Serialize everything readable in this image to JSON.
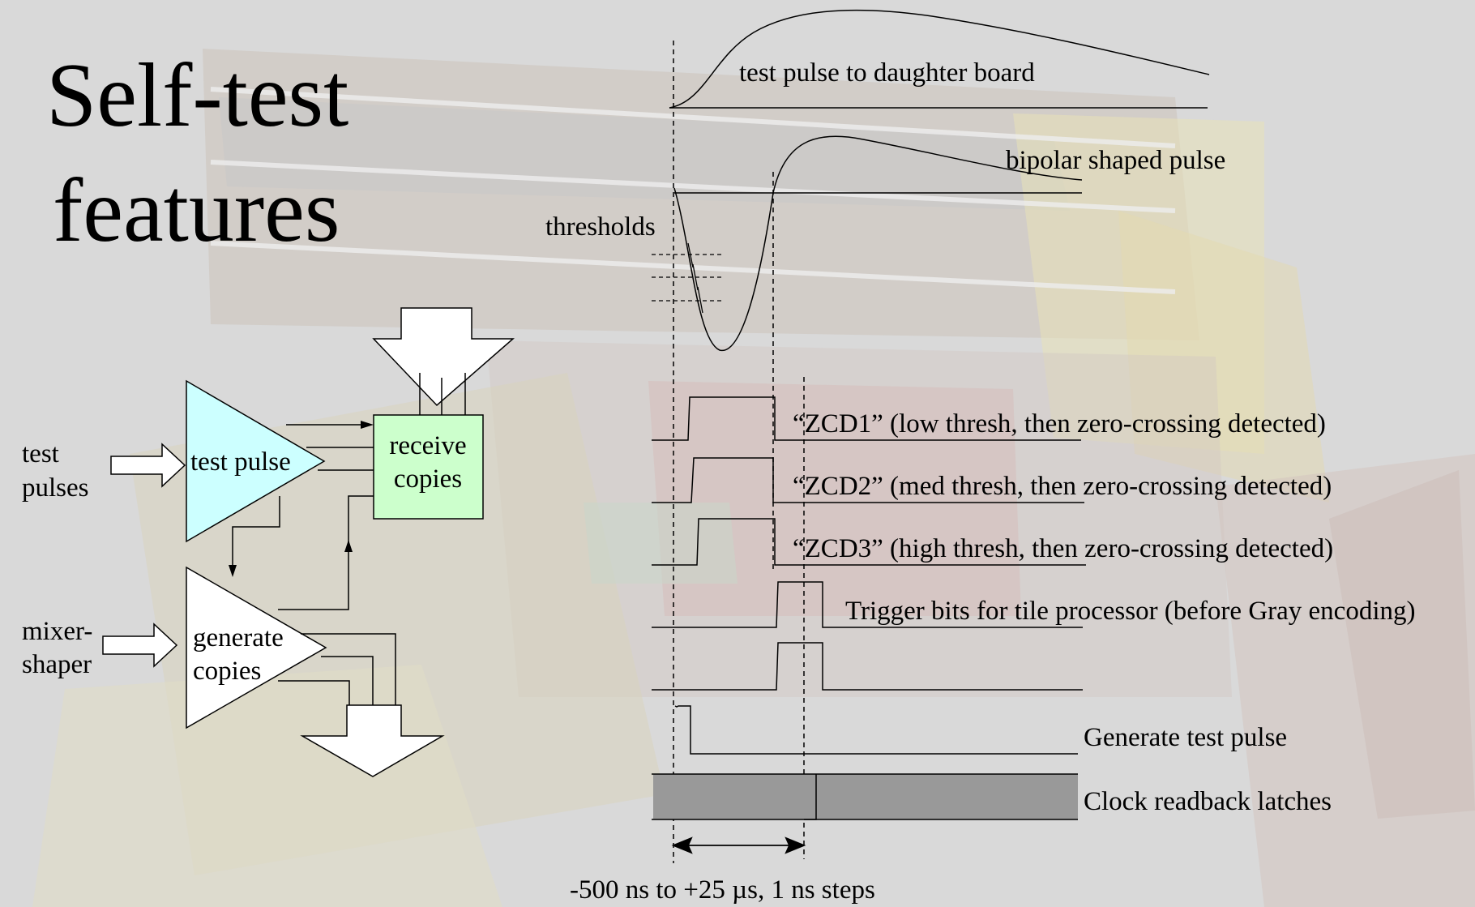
{
  "title": {
    "line1": "Self-test",
    "line2": "features"
  },
  "waveforms": {
    "test_pulse_label": "test pulse to daughter board",
    "bipolar_label": "bipolar shaped pulse",
    "thresholds_label": "thresholds"
  },
  "signals": {
    "zcd1": "“ZCD1” (low thresh, then zero-crossing detected)",
    "zcd2": "“ZCD2” (med thresh, then zero-crossing detected)",
    "zcd3": "“ZCD3” (high thresh, then zero-crossing detected)",
    "trigger_bits": "Trigger bits for tile processor (before Gray encoding)",
    "generate_test_pulse": "Generate test pulse",
    "clock_readback": "Clock readback latches"
  },
  "timing_range": "-500 ns to +25 µs, 1 ns steps",
  "block_diagram": {
    "test_pulses_input": {
      "line1": "test",
      "line2": "pulses"
    },
    "mixer_shaper_input": {
      "line1": "mixer-",
      "line2": "shaper"
    },
    "test_pulse_block": "test pulse",
    "receive_copies_block": {
      "line1": "receive",
      "line2": "copies"
    },
    "generate_copies_block": {
      "line1": "generate",
      "line2": "copies"
    }
  },
  "colors": {
    "test_pulse_fill": "#ccffff",
    "receive_copies_fill": "#ccffcc",
    "readback_bar": "#999999",
    "background": "#d9d9d9"
  }
}
